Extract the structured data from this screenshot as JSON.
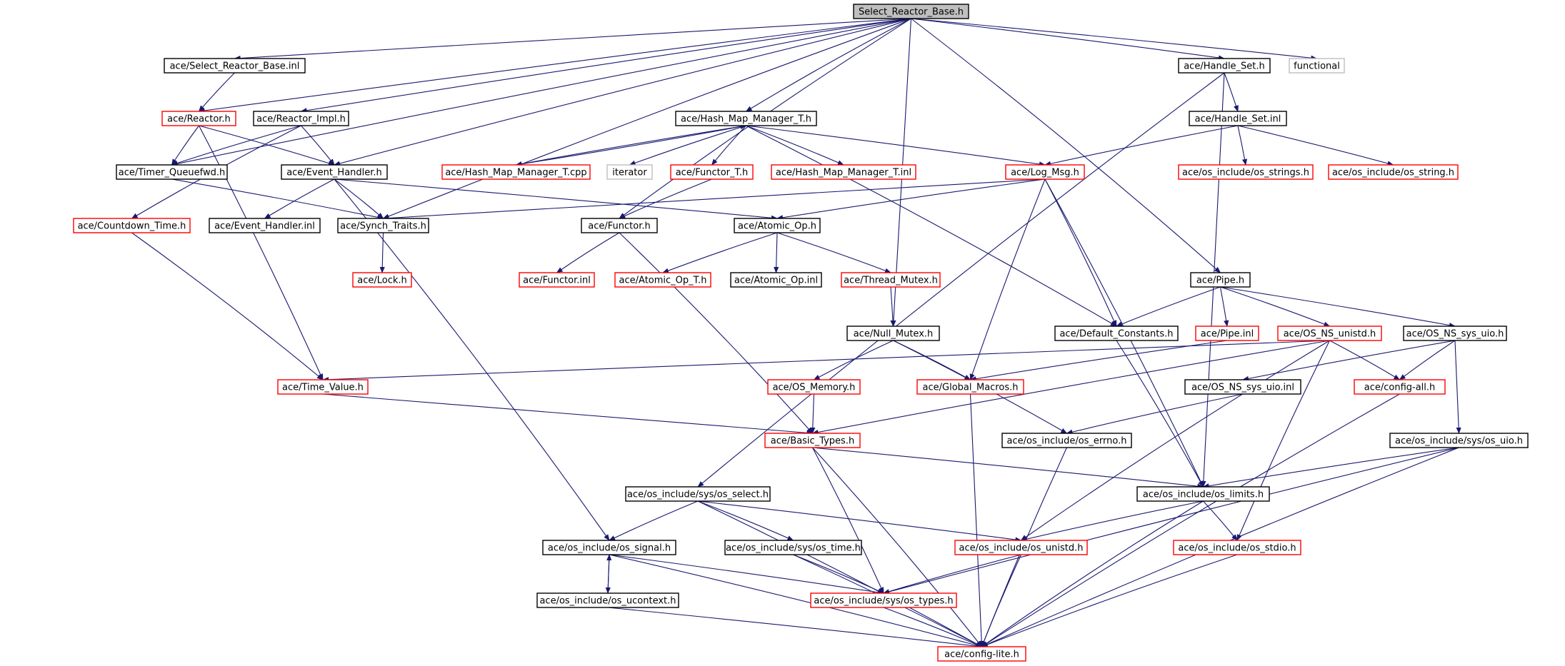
{
  "colors": {
    "edge": "#191970",
    "root_fill": "#bfbfbf",
    "normal_border": "#000000",
    "incomplete_border": "#ff0000",
    "external_border": "#bfbfbf",
    "text": "#000000"
  },
  "nodes": [
    {
      "id": "n_root",
      "label": "Select_Reactor_Base.h",
      "kind": "root"
    },
    {
      "id": "n_sel_inl",
      "label": "ace/Select_Reactor_Base.inl",
      "kind": "normal"
    },
    {
      "id": "n_handle_set",
      "label": "ace/Handle_Set.h",
      "kind": "normal"
    },
    {
      "id": "n_functional",
      "label": "functional",
      "kind": "external"
    },
    {
      "id": "n_reactor",
      "label": "ace/Reactor.h",
      "kind": "incomplete"
    },
    {
      "id": "n_reactor_impl",
      "label": "ace/Reactor_Impl.h",
      "kind": "normal"
    },
    {
      "id": "n_hashmap",
      "label": "ace/Hash_Map_Manager_T.h",
      "kind": "normal"
    },
    {
      "id": "n_handle_set_inl",
      "label": "ace/Handle_Set.inl",
      "kind": "normal"
    },
    {
      "id": "n_timer_q",
      "label": "ace/Timer_Queuefwd.h",
      "kind": "normal"
    },
    {
      "id": "n_event_handler",
      "label": "ace/Event_Handler.h",
      "kind": "normal"
    },
    {
      "id": "n_hashmap_cpp",
      "label": "ace/Hash_Map_Manager_T.cpp",
      "kind": "incomplete"
    },
    {
      "id": "n_iterator",
      "label": "iterator",
      "kind": "external"
    },
    {
      "id": "n_functor_t",
      "label": "ace/Functor_T.h",
      "kind": "incomplete"
    },
    {
      "id": "n_hashmap_inl",
      "label": "ace/Hash_Map_Manager_T.inl",
      "kind": "incomplete"
    },
    {
      "id": "n_log_msg",
      "label": "ace/Log_Msg.h",
      "kind": "incomplete"
    },
    {
      "id": "n_os_strings",
      "label": "ace/os_include/os_strings.h",
      "kind": "incomplete"
    },
    {
      "id": "n_os_string",
      "label": "ace/os_include/os_string.h",
      "kind": "incomplete"
    },
    {
      "id": "n_countdown",
      "label": "ace/Countdown_Time.h",
      "kind": "incomplete"
    },
    {
      "id": "n_eh_inl",
      "label": "ace/Event_Handler.inl",
      "kind": "normal"
    },
    {
      "id": "n_synch_traits",
      "label": "ace/Synch_Traits.h",
      "kind": "normal"
    },
    {
      "id": "n_functor",
      "label": "ace/Functor.h",
      "kind": "normal"
    },
    {
      "id": "n_atomic_op",
      "label": "ace/Atomic_Op.h",
      "kind": "normal"
    },
    {
      "id": "n_lock",
      "label": "ace/Lock.h",
      "kind": "incomplete"
    },
    {
      "id": "n_functor_inl",
      "label": "ace/Functor.inl",
      "kind": "incomplete"
    },
    {
      "id": "n_atomic_op_t",
      "label": "ace/Atomic_Op_T.h",
      "kind": "incomplete"
    },
    {
      "id": "n_atomic_op_inl",
      "label": "ace/Atomic_Op.inl",
      "kind": "normal"
    },
    {
      "id": "n_thread_mutex",
      "label": "ace/Thread_Mutex.h",
      "kind": "incomplete"
    },
    {
      "id": "n_pipe",
      "label": "ace/Pipe.h",
      "kind": "normal"
    },
    {
      "id": "n_null_mutex",
      "label": "ace/Null_Mutex.h",
      "kind": "normal"
    },
    {
      "id": "n_default_const",
      "label": "ace/Default_Constants.h",
      "kind": "normal"
    },
    {
      "id": "n_pipe_inl",
      "label": "ace/Pipe.inl",
      "kind": "incomplete"
    },
    {
      "id": "n_os_ns_unistd",
      "label": "ace/OS_NS_unistd.h",
      "kind": "incomplete"
    },
    {
      "id": "n_os_ns_sys_uio",
      "label": "ace/OS_NS_sys_uio.h",
      "kind": "normal"
    },
    {
      "id": "n_time_value",
      "label": "ace/Time_Value.h",
      "kind": "incomplete"
    },
    {
      "id": "n_os_memory",
      "label": "ace/OS_Memory.h",
      "kind": "incomplete"
    },
    {
      "id": "n_global_macros",
      "label": "ace/Global_Macros.h",
      "kind": "incomplete"
    },
    {
      "id": "n_os_ns_sys_uio_inl",
      "label": "ace/OS_NS_sys_uio.inl",
      "kind": "normal"
    },
    {
      "id": "n_config_all",
      "label": "ace/config-all.h",
      "kind": "incomplete"
    },
    {
      "id": "n_basic_types",
      "label": "ace/Basic_Types.h",
      "kind": "incomplete"
    },
    {
      "id": "n_os_errno",
      "label": "ace/os_include/os_errno.h",
      "kind": "normal"
    },
    {
      "id": "n_os_uio",
      "label": "ace/os_include/sys/os_uio.h",
      "kind": "normal"
    },
    {
      "id": "n_os_select",
      "label": "ace/os_include/sys/os_select.h",
      "kind": "normal"
    },
    {
      "id": "n_os_limits",
      "label": "ace/os_include/os_limits.h",
      "kind": "normal"
    },
    {
      "id": "n_os_signal",
      "label": "ace/os_include/os_signal.h",
      "kind": "normal"
    },
    {
      "id": "n_os_time",
      "label": "ace/os_include/sys/os_time.h",
      "kind": "normal"
    },
    {
      "id": "n_os_unistd",
      "label": "ace/os_include/os_unistd.h",
      "kind": "incomplete"
    },
    {
      "id": "n_os_stdio",
      "label": "ace/os_include/os_stdio.h",
      "kind": "incomplete"
    },
    {
      "id": "n_os_ucontext",
      "label": "ace/os_include/os_ucontext.h",
      "kind": "normal"
    },
    {
      "id": "n_os_types",
      "label": "ace/os_include/sys/os_types.h",
      "kind": "incomplete"
    },
    {
      "id": "n_config_lite",
      "label": "ace/config-lite.h",
      "kind": "incomplete"
    }
  ],
  "edges": [
    [
      "n_root",
      "n_sel_inl"
    ],
    [
      "n_root",
      "n_handle_set"
    ],
    [
      "n_root",
      "n_functional"
    ],
    [
      "n_root",
      "n_reactor"
    ],
    [
      "n_root",
      "n_reactor_impl"
    ],
    [
      "n_root",
      "n_hashmap"
    ],
    [
      "n_root",
      "n_timer_q"
    ],
    [
      "n_root",
      "n_event_handler"
    ],
    [
      "n_root",
      "n_synch_traits"
    ],
    [
      "n_root",
      "n_functor"
    ],
    [
      "n_root",
      "n_pipe"
    ],
    [
      "n_root",
      "n_null_mutex"
    ],
    [
      "n_sel_inl",
      "n_reactor"
    ],
    [
      "n_reactor",
      "n_timer_q"
    ],
    [
      "n_reactor",
      "n_event_handler"
    ],
    [
      "n_reactor",
      "n_time_value"
    ],
    [
      "n_reactor_impl",
      "n_timer_q"
    ],
    [
      "n_reactor_impl",
      "n_event_handler"
    ],
    [
      "n_reactor_impl",
      "n_countdown"
    ],
    [
      "n_timer_q",
      "n_synch_traits"
    ],
    [
      "n_event_handler",
      "n_eh_inl"
    ],
    [
      "n_event_handler",
      "n_synch_traits"
    ],
    [
      "n_event_handler",
      "n_atomic_op"
    ],
    [
      "n_event_handler",
      "n_os_signal"
    ],
    [
      "n_hashmap",
      "n_hashmap_cpp"
    ],
    [
      "n_hashmap_cpp",
      "n_hashmap"
    ],
    [
      "n_hashmap",
      "n_iterator"
    ],
    [
      "n_hashmap",
      "n_functor_t"
    ],
    [
      "n_hashmap",
      "n_hashmap_inl"
    ],
    [
      "n_hashmap",
      "n_log_msg"
    ],
    [
      "n_hashmap",
      "n_default_const"
    ],
    [
      "n_handle_set",
      "n_handle_set_inl"
    ],
    [
      "n_handle_set",
      "n_os_select"
    ],
    [
      "n_handle_set",
      "n_os_limits"
    ],
    [
      "n_handle_set_inl",
      "n_log_msg"
    ],
    [
      "n_handle_set_inl",
      "n_os_strings"
    ],
    [
      "n_handle_set_inl",
      "n_os_string"
    ],
    [
      "n_functor_t",
      "n_functor"
    ],
    [
      "n_log_msg",
      "n_synch_traits"
    ],
    [
      "n_log_msg",
      "n_atomic_op"
    ],
    [
      "n_log_msg",
      "n_default_const"
    ],
    [
      "n_log_msg",
      "n_global_macros"
    ],
    [
      "n_log_msg",
      "n_os_limits"
    ],
    [
      "n_countdown",
      "n_time_value"
    ],
    [
      "n_synch_traits",
      "n_lock"
    ],
    [
      "n_functor",
      "n_functor_inl"
    ],
    [
      "n_functor",
      "n_basic_types"
    ],
    [
      "n_atomic_op",
      "n_atomic_op_t"
    ],
    [
      "n_atomic_op",
      "n_atomic_op_inl"
    ],
    [
      "n_atomic_op",
      "n_thread_mutex"
    ],
    [
      "n_thread_mutex",
      "n_null_mutex"
    ],
    [
      "n_pipe",
      "n_default_const"
    ],
    [
      "n_pipe",
      "n_pipe_inl"
    ],
    [
      "n_pipe",
      "n_os_ns_unistd"
    ],
    [
      "n_pipe",
      "n_os_ns_sys_uio"
    ],
    [
      "n_null_mutex",
      "n_os_memory"
    ],
    [
      "n_null_mutex",
      "n_global_macros"
    ],
    [
      "n_null_mutex",
      "n_os_errno"
    ],
    [
      "n_default_const",
      "n_os_limits"
    ],
    [
      "n_pipe_inl",
      "n_global_macros"
    ],
    [
      "n_os_ns_unistd",
      "n_time_value"
    ],
    [
      "n_os_ns_unistd",
      "n_basic_types"
    ],
    [
      "n_os_ns_unistd",
      "n_config_all"
    ],
    [
      "n_os_ns_unistd",
      "n_os_unistd"
    ],
    [
      "n_os_ns_unistd",
      "n_os_stdio"
    ],
    [
      "n_os_ns_sys_uio",
      "n_os_ns_sys_uio_inl"
    ],
    [
      "n_os_ns_sys_uio",
      "n_config_all"
    ],
    [
      "n_os_ns_sys_uio",
      "n_os_uio"
    ],
    [
      "n_time_value",
      "n_basic_types"
    ],
    [
      "n_os_memory",
      "n_basic_types"
    ],
    [
      "n_global_macros",
      "n_config_lite"
    ],
    [
      "n_os_ns_sys_uio_inl",
      "n_os_errno"
    ],
    [
      "n_config_all",
      "n_config_lite"
    ],
    [
      "n_basic_types",
      "n_os_limits"
    ],
    [
      "n_basic_types",
      "n_os_types"
    ],
    [
      "n_basic_types",
      "n_config_lite"
    ],
    [
      "n_os_errno",
      "n_config_lite"
    ],
    [
      "n_os_uio",
      "n_os_limits"
    ],
    [
      "n_os_uio",
      "n_os_types"
    ],
    [
      "n_os_uio",
      "n_config_lite"
    ],
    [
      "n_os_select",
      "n_os_signal"
    ],
    [
      "n_os_select",
      "n_os_time"
    ],
    [
      "n_os_select",
      "n_os_unistd"
    ],
    [
      "n_os_select",
      "n_config_lite"
    ],
    [
      "n_os_limits",
      "n_os_unistd"
    ],
    [
      "n_os_limits",
      "n_os_stdio"
    ],
    [
      "n_os_limits",
      "n_config_lite"
    ],
    [
      "n_os_signal",
      "n_os_ucontext"
    ],
    [
      "n_os_ucontext",
      "n_os_signal"
    ],
    [
      "n_os_signal",
      "n_os_types"
    ],
    [
      "n_os_signal",
      "n_config_lite"
    ],
    [
      "n_os_time",
      "n_os_types"
    ],
    [
      "n_os_time",
      "n_config_lite"
    ],
    [
      "n_os_unistd",
      "n_os_types"
    ],
    [
      "n_os_unistd",
      "n_config_lite"
    ],
    [
      "n_os_stdio",
      "n_config_lite"
    ],
    [
      "n_os_ucontext",
      "n_config_lite"
    ],
    [
      "n_os_types",
      "n_config_lite"
    ]
  ]
}
